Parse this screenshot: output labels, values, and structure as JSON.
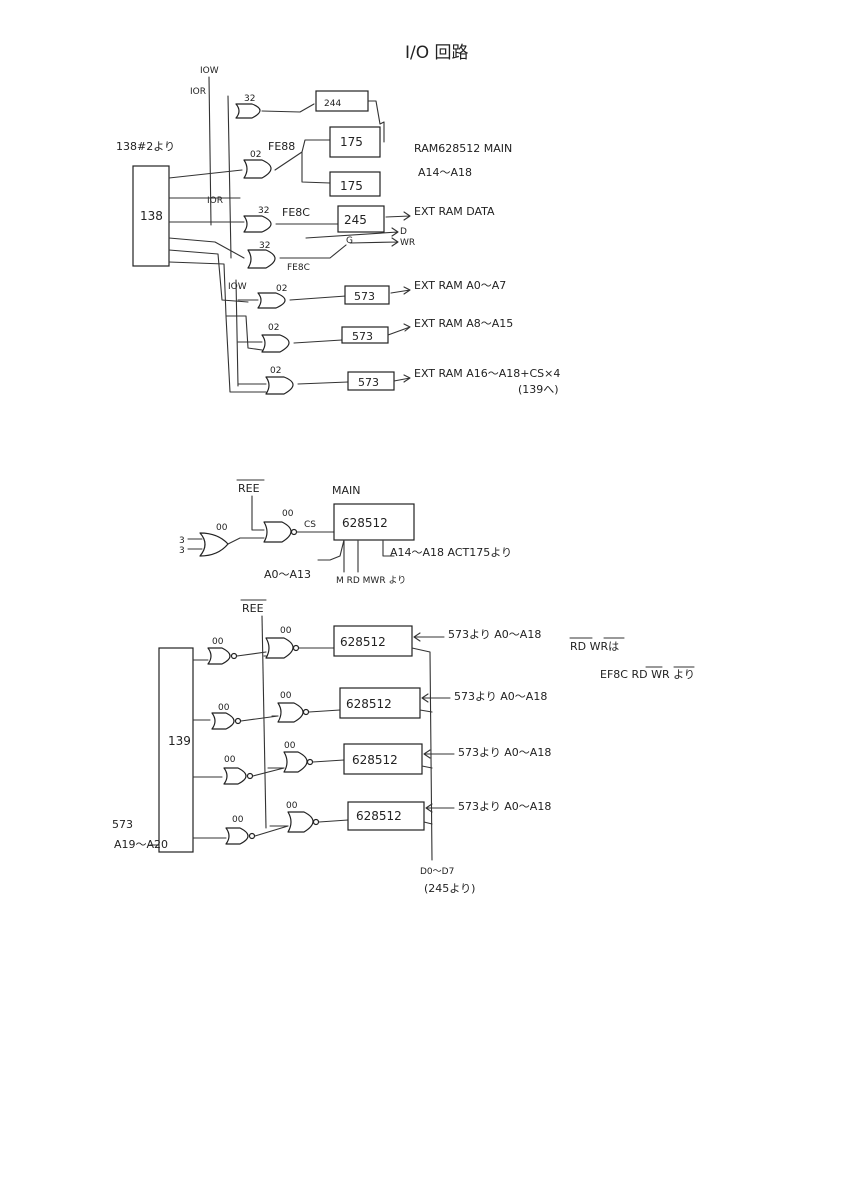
{
  "title": "I/O 回路",
  "top": {
    "input_source": "138#2より",
    "decoder": "138",
    "signals": {
      "iow": "IOW",
      "ior_top": "IOR",
      "ior_mid": "IOR",
      "iow_low": "IOW",
      "wr": "WR",
      "d": "D"
    },
    "gates": [
      "32",
      "02",
      "32",
      "32",
      "02",
      "02",
      "02"
    ],
    "addresses": [
      "FE88",
      "FE8C",
      "FE8C"
    ],
    "chips": [
      "244",
      "175",
      "175",
      "245",
      "573",
      "573",
      "573"
    ],
    "outputs": [
      "RAM628512 MAIN",
      "A14〜A18",
      "EXT RAM DATA",
      "EXT RAM A0〜A7",
      "EXT RAM A8〜A15",
      "EXT RAM A16〜A18+CS×4",
      "(139へ)"
    ],
    "g_label": "G"
  },
  "middle": {
    "main_label": "MAIN",
    "ree": "REE",
    "xor_inputs": [
      "3",
      "3"
    ],
    "gate_00a": "00",
    "gate_00b": "00",
    "cs": "CS",
    "chip": "628512",
    "addr_in": "A0〜A13",
    "high_addr": "A14〜A18 ACT175より",
    "rd_wr": "M RD MWR より"
  },
  "bottom": {
    "ree": "REE",
    "decoder": "139",
    "input_573": "573",
    "input_addr": "A19〜A20",
    "gates": [
      "00",
      "00",
      "00",
      "00",
      "00",
      "00",
      "00",
      "00"
    ],
    "chips": [
      "628512",
      "628512",
      "628512",
      "628512"
    ],
    "chip_inputs": [
      "573より A0〜A18",
      "573より A0〜A18",
      "573より A0〜A18",
      "573より A0〜A18"
    ],
    "rd_wr_note_1": "RD WRは",
    "rd_wr_note_2": "EF8C RD WR より",
    "data_label": "D0〜D7",
    "data_src": "(245より)"
  }
}
